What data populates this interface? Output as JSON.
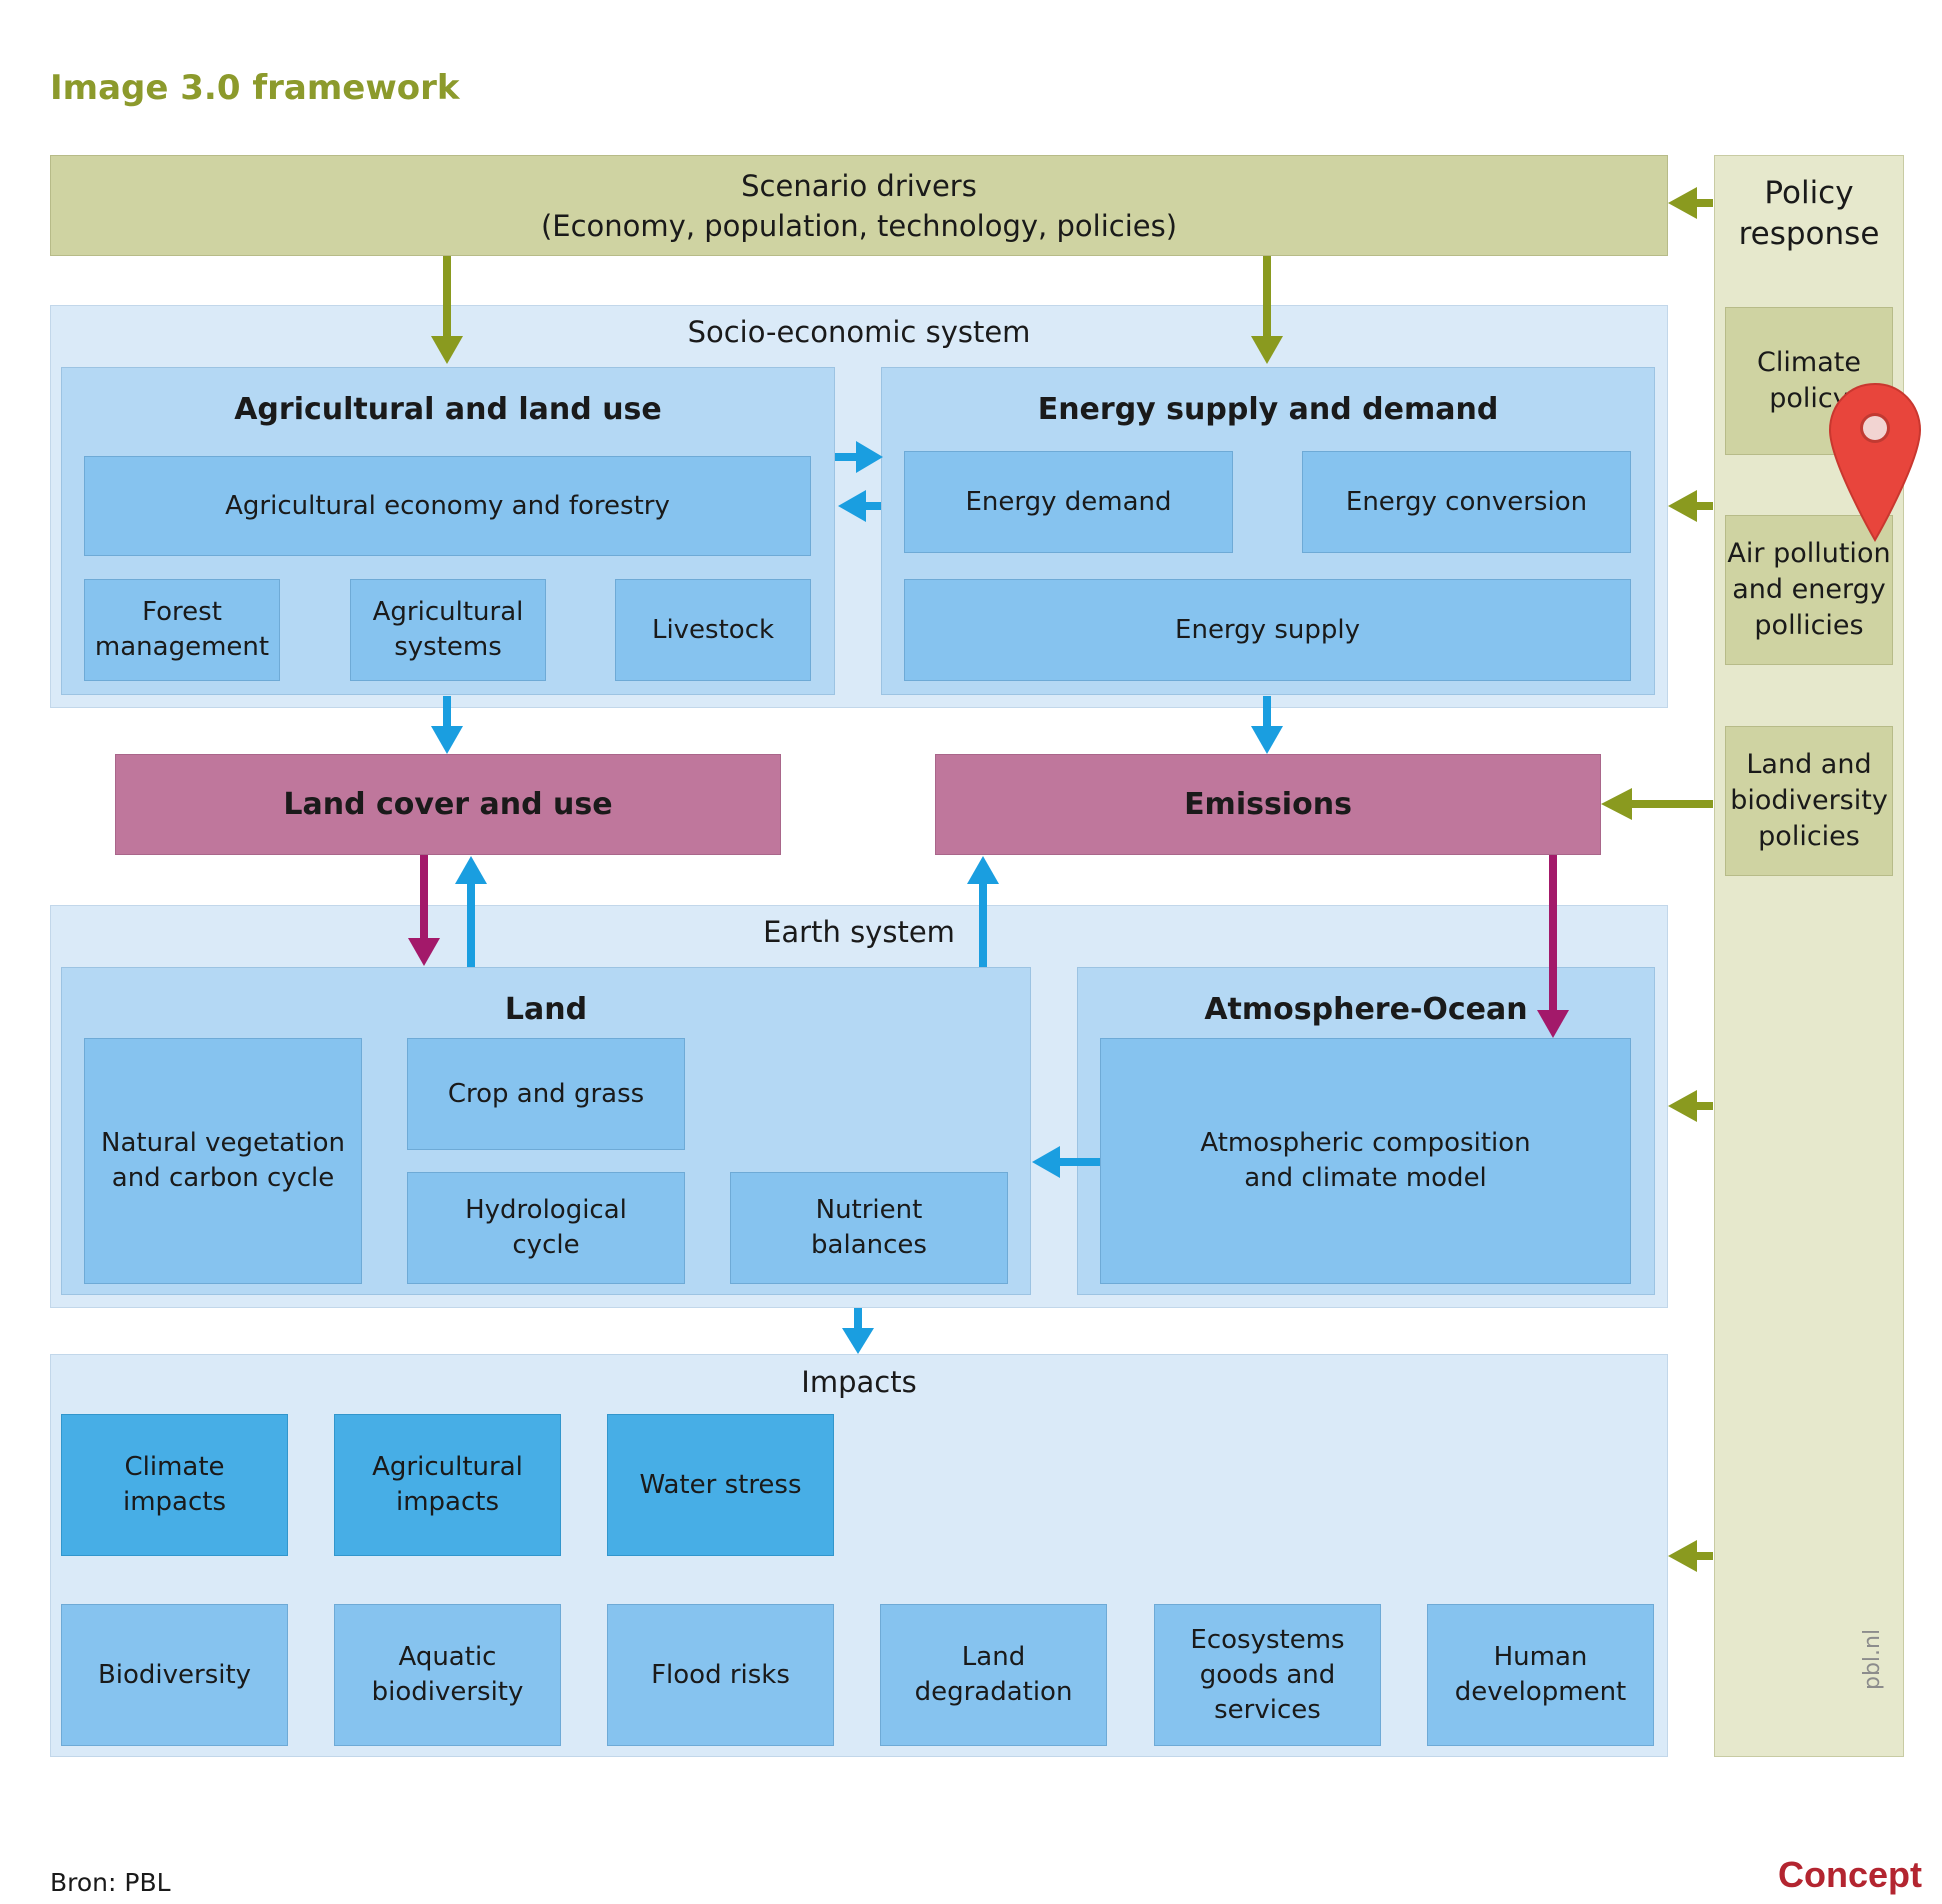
{
  "title": "Image 3.0 framework",
  "drivers": {
    "label": "Scenario drivers\n(Economy, population, technology, policies)"
  },
  "policy": {
    "heading": "Policy\nresponse",
    "items": [
      "Climate\npolicy",
      "Air pollution\nand energy\npollicies",
      "Land and\nbiodiversity\npolicies"
    ],
    "watermark": "pbl.nl"
  },
  "socio": {
    "label": "Socio-economic system",
    "agri": {
      "title": "Agricultural and land use",
      "economy": "Agricultural economy and forestry",
      "items": [
        "Forest\nmanagement",
        "Agricultural\nsystems",
        "Livestock"
      ]
    },
    "energy": {
      "title": "Energy supply and demand",
      "demand": "Energy demand",
      "conversion": "Energy conversion",
      "supply": "Energy supply"
    }
  },
  "land_cover": "Land cover and use",
  "emissions": "Emissions",
  "earth": {
    "label": "Earth system",
    "land": {
      "title": "Land",
      "natural": "Natural vegetation\nand carbon cycle",
      "crop": "Crop and grass",
      "hydro": "Hydrological\ncycle",
      "nutrient": "Nutrient\nbalances"
    },
    "atmo": {
      "title": "Atmosphere-Ocean",
      "model": "Atmospheric composition\nand climate model"
    }
  },
  "impacts": {
    "label": "Impacts",
    "top": [
      "Climate\nimpacts",
      "Agricultural\nimpacts",
      "Water stress"
    ],
    "bottom": [
      "Biodiversity",
      "Aquatic\nbiodiversity",
      "Flood risks",
      "Land\ndegradation",
      "Ecosystems\ngoods and\nservices",
      "Human\ndevelopment"
    ]
  },
  "source": "Bron: PBL",
  "stamp": "Concept",
  "colors": {
    "olive_arrow": "#8a9a1f",
    "blue_arrow": "#1a9ee0",
    "magenta_arrow": "#a3196a",
    "map_pin": "#e8453c"
  },
  "icons": {
    "map_pin": "map-pin-icon"
  }
}
